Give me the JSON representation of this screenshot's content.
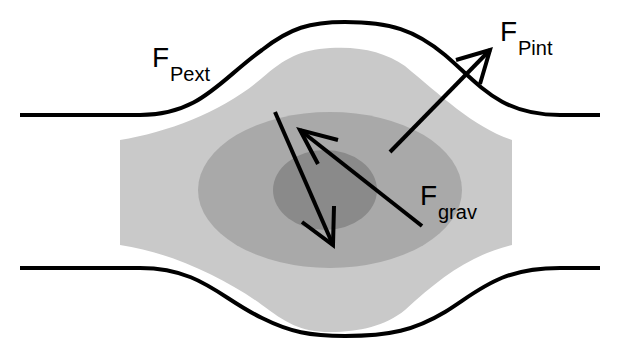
{
  "diagram": {
    "labels": [
      "F",
      "Pext",
      "F",
      "Pint",
      "F",
      "grav"
    ]
  }
}
